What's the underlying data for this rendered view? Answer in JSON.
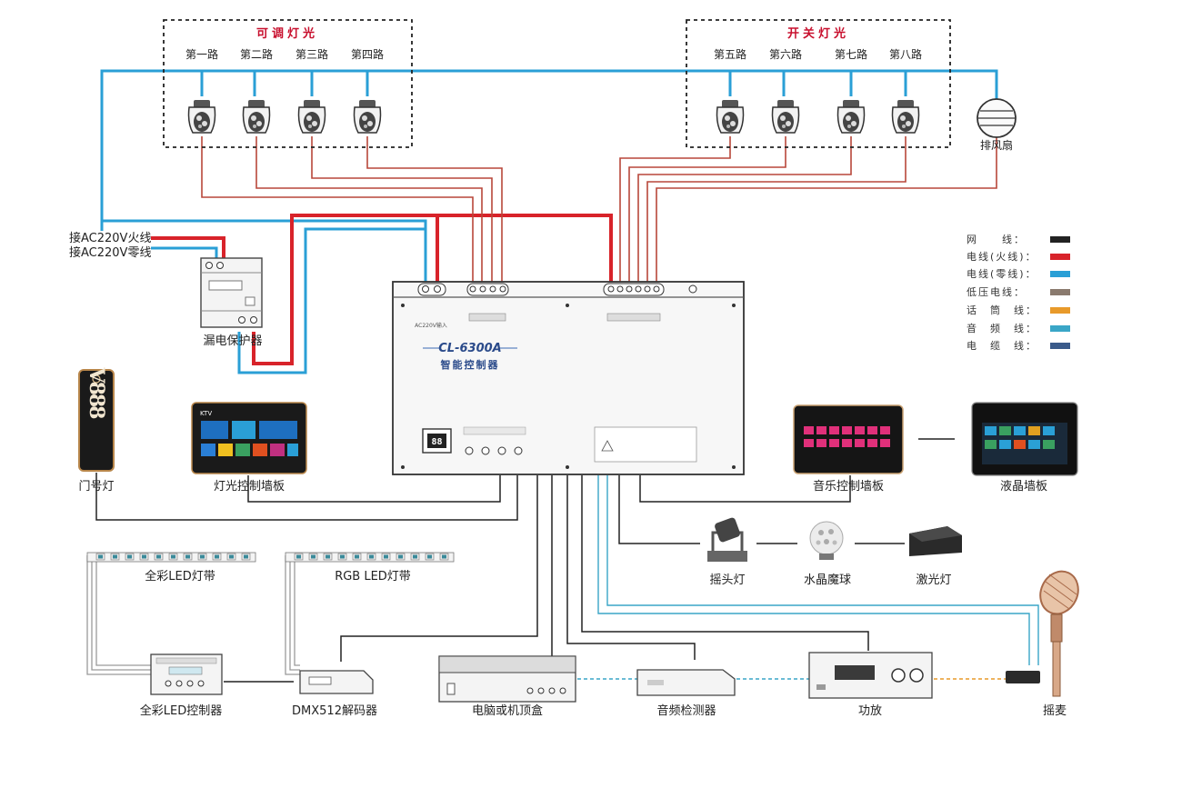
{
  "groups": {
    "dimmable": {
      "title": "可调灯光",
      "channels": [
        "第一路",
        "第二路",
        "第三路",
        "第四路"
      ]
    },
    "switch": {
      "title": "开关灯光",
      "channels": [
        "第五路",
        "第六路",
        "第七路",
        "第八路"
      ]
    }
  },
  "fan": {
    "label": "排风扇"
  },
  "power": {
    "live": "接AC220V火线",
    "neutral": "接AC220V零线"
  },
  "breaker": {
    "label": "漏电保护器"
  },
  "controller": {
    "model": "CL-6300A",
    "name": "智能控制器",
    "input_label": "AC220V输入",
    "display": "88"
  },
  "legend": [
    {
      "label": "网　　线：",
      "color": "#222222"
    },
    {
      "label": "电线(火线)：",
      "color": "#d8232a"
    },
    {
      "label": "电线(零线)：",
      "color": "#2a9fd6"
    },
    {
      "label": "低压电线：",
      "color": "#8a7a6e"
    },
    {
      "label": "话　筒　线：",
      "color": "#e89a2a"
    },
    {
      "label": "音　频　线：",
      "color": "#3aa6c7"
    },
    {
      "label": "电　缆　线：",
      "color": "#3a5a8a"
    }
  ],
  "devices": {
    "door_light": {
      "label": "门号灯",
      "text": "V888"
    },
    "light_panel": {
      "label": "灯光控制墙板",
      "brand": "KTV"
    },
    "music_panel": {
      "label": "音乐控制墙板"
    },
    "lcd_panel": {
      "label": "液晶墙板"
    },
    "moving_head": {
      "label": "摇头灯"
    },
    "crystal_ball": {
      "label": "水晶魔球"
    },
    "laser": {
      "label": "激光灯"
    },
    "full_led_strip": {
      "label": "全彩LED灯带"
    },
    "rgb_led_strip": {
      "label": "RGB LED灯带"
    },
    "full_led_ctrl": {
      "label": "全彩LED控制器"
    },
    "dmx_decoder": {
      "label": "DMX512解码器"
    },
    "pc_box": {
      "label": "电脑或机顶盒"
    },
    "audio_detector": {
      "label": "音频检测器"
    },
    "amplifier": {
      "label": "功放"
    },
    "microphone": {
      "label": "摇麦"
    }
  }
}
